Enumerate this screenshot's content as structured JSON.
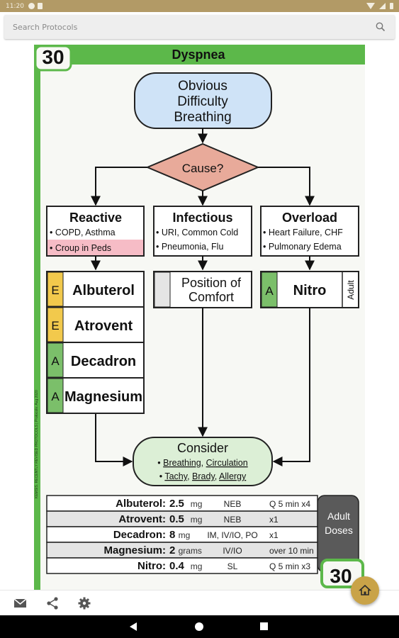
{
  "status_bar": {
    "time": "11:20"
  },
  "search": {
    "placeholder": "Search Protocols"
  },
  "protocol": {
    "number": "30",
    "title": "Dyspnea",
    "start": [
      "Obvious",
      "Difficulty",
      "Breathing"
    ],
    "decision": "Cause?",
    "side_text": "KEMSIS.  RECENTLY REVISED PROTOCOLS  |  Protocols: Aug 2020",
    "branches": [
      {
        "title": "Reactive",
        "items": [
          "• COPD, Asthma",
          "• Croup in Peds"
        ],
        "highlight_item": 1
      },
      {
        "title": "Infectious",
        "items": [
          "• URI, Common Cold",
          "• Pneumonia, Flu"
        ]
      },
      {
        "title": "Overload",
        "items": [
          "• Heart Failure, CHF",
          "• Pulmonary Edema"
        ]
      }
    ],
    "treatments": [
      {
        "level": "E",
        "name": "Albuterol",
        "color": "#f2c94c"
      },
      {
        "level": "E",
        "name": "Atrovent",
        "color": "#f2c94c"
      },
      {
        "level": "A",
        "name": "Decadron",
        "color": "#7bbf6a"
      },
      {
        "level": "A",
        "name": "Magnesium",
        "color": "#7bbf6a"
      }
    ],
    "position": [
      "Position of",
      "Comfort"
    ],
    "nitro": {
      "level": "A",
      "name": "Nitro",
      "tag": "Adult"
    },
    "consider": {
      "title": "Consider",
      "line1_a": "Breathing",
      "line1_b": "Circulation",
      "line2_a": "Tachy",
      "line2_b": "Brady",
      "line2_c": "Allergy"
    },
    "doses_label": [
      "Adult",
      "Doses"
    ],
    "doses": [
      {
        "drug": "Albuterol:",
        "amount": "2.5",
        "unit": "mg",
        "route": "NEB",
        "freq": "Q 5 min x4"
      },
      {
        "drug": "Atrovent:",
        "amount": "0.5",
        "unit": "mg",
        "route": "NEB",
        "freq": "x1"
      },
      {
        "drug": "Decadron:",
        "amount": "8",
        "unit": "mg",
        "route": "IM, IV/IO, PO",
        "freq": "x1"
      },
      {
        "drug": "Magnesium:",
        "amount": "2",
        "unit": "grams",
        "route": "IV/IO",
        "freq": "over 10 min"
      },
      {
        "drug": "Nitro:",
        "amount": "0.4",
        "unit": "mg",
        "route": "SL",
        "freq": "Q 5 min x3"
      }
    ],
    "footer_number": "30"
  },
  "toolbar": {
    "email_icon": "envelope-icon",
    "share_icon": "share-icon",
    "settings_icon": "gear-icon",
    "home_icon": "home-icon"
  },
  "colors": {
    "green": "#5cb84a",
    "start_blue": "#cfe3f7",
    "decision_pink": "#e8aa9a",
    "consider_green": "#dcefd6",
    "fab_gold": "#c9a348",
    "status_tan": "#b29a66"
  }
}
